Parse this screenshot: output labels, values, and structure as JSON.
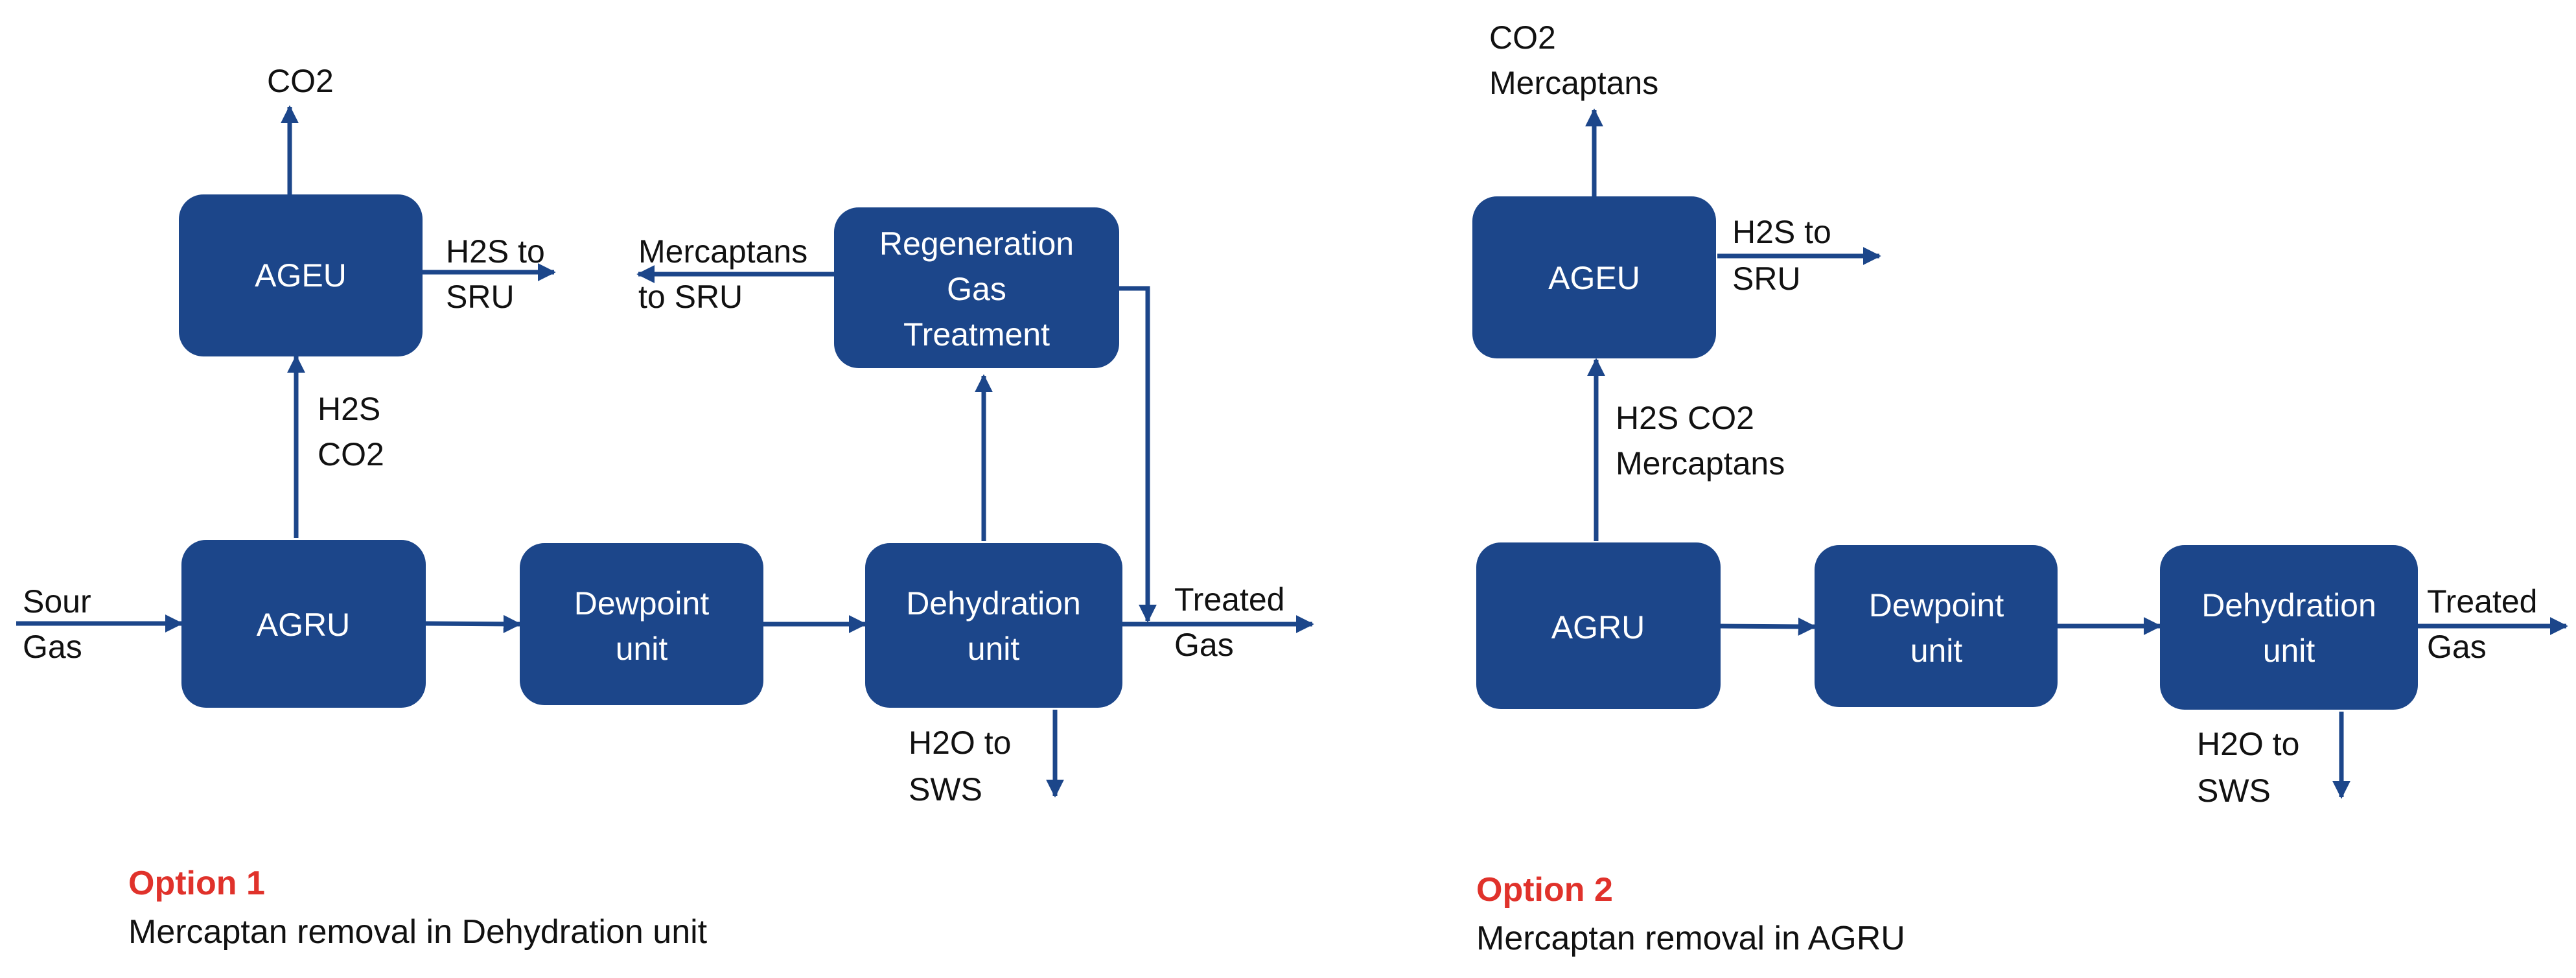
{
  "colors": {
    "box": "#1c468a",
    "flow": "#1c468a",
    "option_title": "#e0322b",
    "text": "#111111"
  },
  "option1": {
    "title": "Option 1",
    "subtitle": "Mercaptan removal in Dehydration unit",
    "units": {
      "ageu": "AGEU",
      "agru": "AGRU",
      "dewpoint": [
        "Dewpoint",
        "unit"
      ],
      "dehydration": [
        "Dehydration",
        "unit"
      ],
      "regen": [
        "Regeneration",
        "Gas",
        "Treatment"
      ]
    },
    "streams": {
      "co2_top": "CO2",
      "h2s_sru": [
        "H2S to",
        "SRU"
      ],
      "mercaptans_sru": [
        "Mercaptans",
        "to SRU"
      ],
      "agru_to_ageu": [
        "H2S",
        "CO2"
      ],
      "sour_gas": [
        "Sour",
        "Gas"
      ],
      "treated_gas": [
        "Treated",
        "Gas"
      ],
      "water_sws": [
        "H2O to",
        "SWS"
      ]
    }
  },
  "option2": {
    "title": "Option 2",
    "subtitle": "Mercaptan removal in AGRU",
    "units": {
      "ageu": "AGEU",
      "agru": "AGRU",
      "dewpoint": [
        "Dewpoint",
        "unit"
      ],
      "dehydration": [
        "Dehydration",
        "unit"
      ]
    },
    "streams": {
      "top": [
        "CO2",
        "Mercaptans"
      ],
      "h2s_sru": [
        "H2S to",
        "SRU"
      ],
      "agru_to_ageu": [
        "H2S CO2",
        "Mercaptans"
      ],
      "treated_gas": [
        "Treated",
        "Gas"
      ],
      "water_sws": [
        "H2O to",
        "SWS"
      ]
    }
  }
}
